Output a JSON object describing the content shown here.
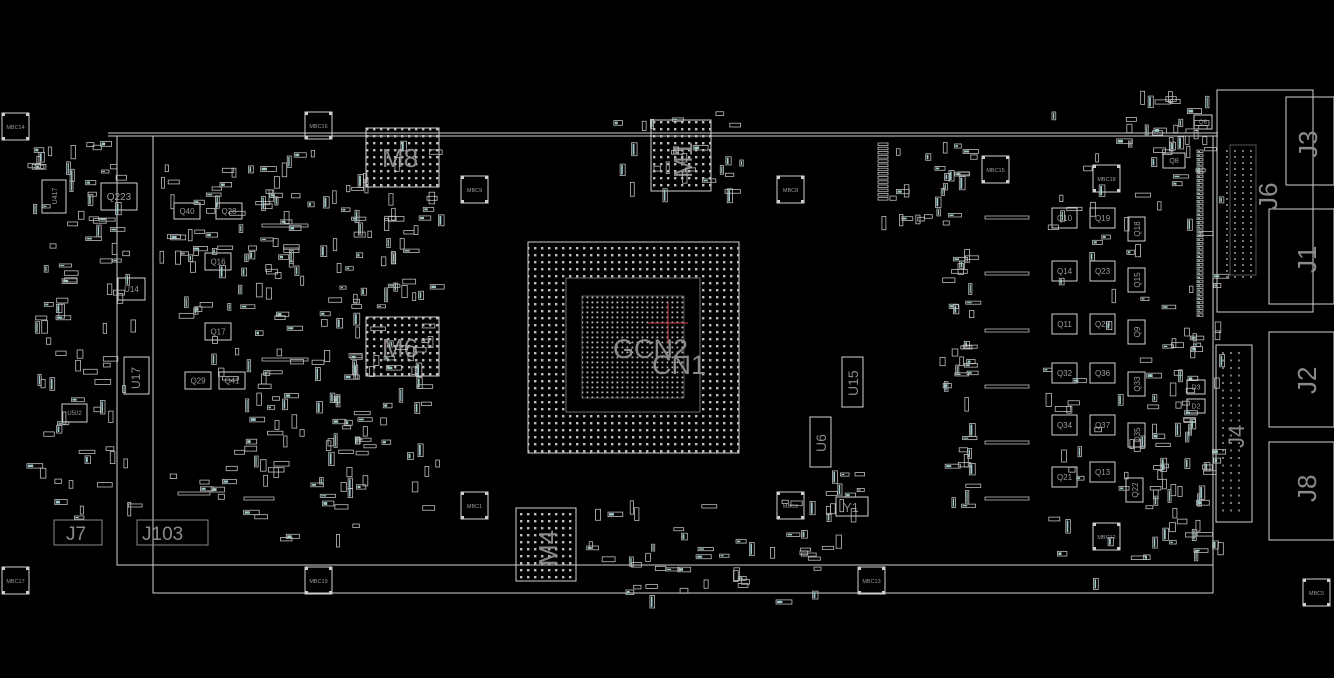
{
  "colors": {
    "background": "#000000",
    "outline": "#cfcfcf",
    "label": "#8a8a8a",
    "pad": "#9fc8c8",
    "crosshair": "#c8404a"
  },
  "big_labels": {
    "M8": "M8",
    "M1": "M1",
    "M6": "M6",
    "M4": "M4",
    "CN2": "GCN2",
    "CN1": "CN1",
    "J3": "J3",
    "J6": "J6",
    "J1": "J1",
    "J2": "J2",
    "J4": "J4",
    "J8": "J8",
    "J7": "J7",
    "J103": "J103",
    "U15": "U15",
    "U6": "U6",
    "U17": "U17",
    "Y1": "Y1"
  },
  "small_labels": {
    "MBC14": "MBC14",
    "MBC16": "MBC16",
    "MBC9": "MBC9",
    "MBC8": "MBC8",
    "MBC15": "MBC15",
    "MBC18": "MBC18",
    "MBC1": "MBC1",
    "MBC2": "MBC2",
    "MBC12": "MBC12",
    "MBC17": "MBC17",
    "MBC19": "MBC19",
    "MBC13": "MBC13",
    "MBC5": "MBC5",
    "Q223": "Q223",
    "Q40": "Q40",
    "Q28": "Q28",
    "Q16": "Q16",
    "Q17": "Q17",
    "Q29": "Q29",
    "Q41": "Q41",
    "Q10": "Q10",
    "Q19": "Q19",
    "Q14": "Q14",
    "Q23": "Q23",
    "Q11": "Q11",
    "Q20": "Q20",
    "Q32": "Q32",
    "Q36": "Q36",
    "Q34": "Q34",
    "Q37": "Q37",
    "Q21": "Q21",
    "Q13": "Q13",
    "Q18": "Q18",
    "Q15": "Q15",
    "Q9": "Q9",
    "Q33": "Q33",
    "Q35": "Q35",
    "Q22": "Q22",
    "Q8": "Q8",
    "Q6": "Q6",
    "D3": "D3",
    "D2": "D2",
    "U14": "U14",
    "U417": "U417",
    "U502": "U502"
  }
}
